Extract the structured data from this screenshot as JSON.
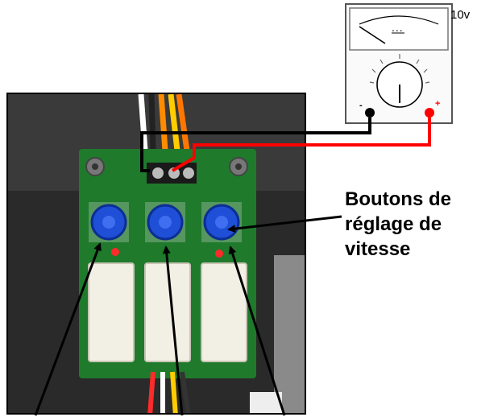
{
  "meter": {
    "scale_label": "10v",
    "ellipsis_text": "...",
    "minus_label": "-",
    "plus_label": "+"
  },
  "caption": {
    "line1": "Boutons de",
    "line2": "réglage de",
    "line3": "vitesse"
  },
  "colors": {
    "positive_wire": "#ff0000",
    "negative_wire": "#000000",
    "pcb": "#1f7a2c",
    "knob": "#1e4fd6",
    "relay": "#f2efe4"
  }
}
